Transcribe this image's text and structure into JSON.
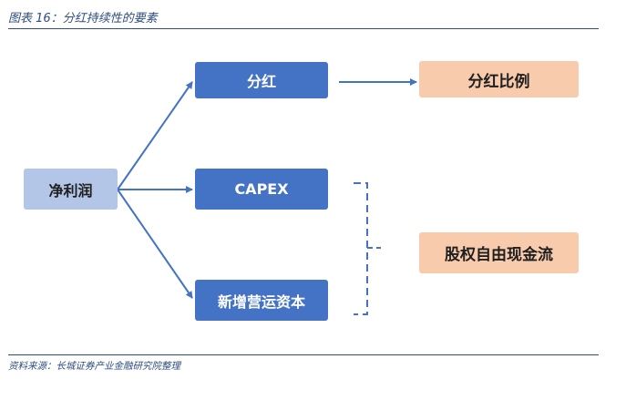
{
  "caption": "图表 16：分红持续性的要素",
  "source": "资料来源：长城证券产业金融研究院整理",
  "nodes": {
    "net_profit": "净利润",
    "dividend": "分红",
    "capex": "CAPEX",
    "working_capital": "新增营运资本",
    "payout_ratio": "分红比例",
    "fcfe": "股权自由现金流"
  },
  "colors": {
    "primary": "#4472c4",
    "light_blue": "#b4c6e7",
    "peach": "#f8cbad",
    "rule": "#2f4d7e"
  }
}
